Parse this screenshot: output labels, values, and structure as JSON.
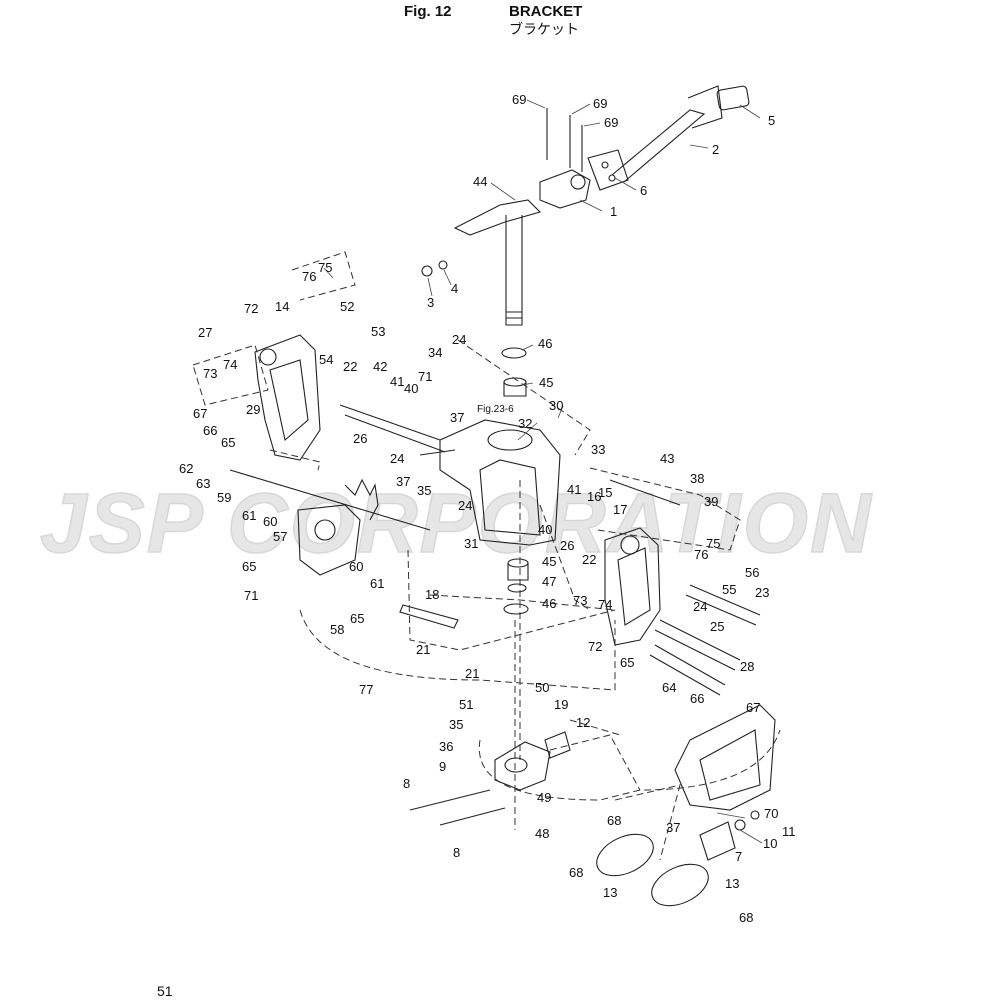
{
  "header": {
    "fig": "Fig. 12",
    "title": "BRACKET",
    "title_jp": "ブラケット"
  },
  "watermark": "JSP CORPORATION",
  "page_number": "51",
  "references": [
    "Fig.23-6"
  ],
  "part_numbers": [
    "1",
    "2",
    "3",
    "4",
    "5",
    "6",
    "7",
    "8",
    "9",
    "10",
    "11",
    "12",
    "13",
    "14",
    "15",
    "16",
    "17",
    "18",
    "19",
    "21",
    "22",
    "23",
    "24",
    "25",
    "26",
    "27",
    "28",
    "29",
    "30",
    "31",
    "32",
    "33",
    "34",
    "35",
    "36",
    "37",
    "38",
    "39",
    "40",
    "41",
    "42",
    "43",
    "44",
    "45",
    "46",
    "47",
    "48",
    "49",
    "50",
    "51",
    "52",
    "53",
    "54",
    "55",
    "56",
    "57",
    "58",
    "59",
    "60",
    "61",
    "62",
    "63",
    "64",
    "65",
    "66",
    "67",
    "68",
    "69",
    "70",
    "71",
    "72",
    "73",
    "74",
    "75",
    "76",
    "77"
  ]
}
